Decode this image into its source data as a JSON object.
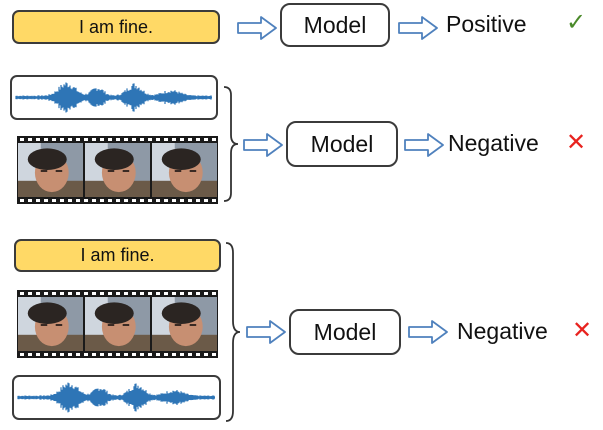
{
  "rows": [
    {
      "text_input": "I am fine.",
      "model_label": "Model",
      "output_label": "Positive",
      "result_mark": "✓",
      "result_color": "#4a8a2a"
    },
    {
      "model_label": "Model",
      "output_label": "Negative",
      "result_mark": "✕",
      "result_color": "#e8231f"
    },
    {
      "text_input": "I am fine.",
      "model_label": "Model",
      "output_label": "Negative",
      "result_mark": "✕",
      "result_color": "#e8231f"
    }
  ],
  "colors": {
    "text_box_fill": "#ffd966",
    "arrow_stroke": "#4f81bd",
    "waveform": "#2e75b6"
  }
}
